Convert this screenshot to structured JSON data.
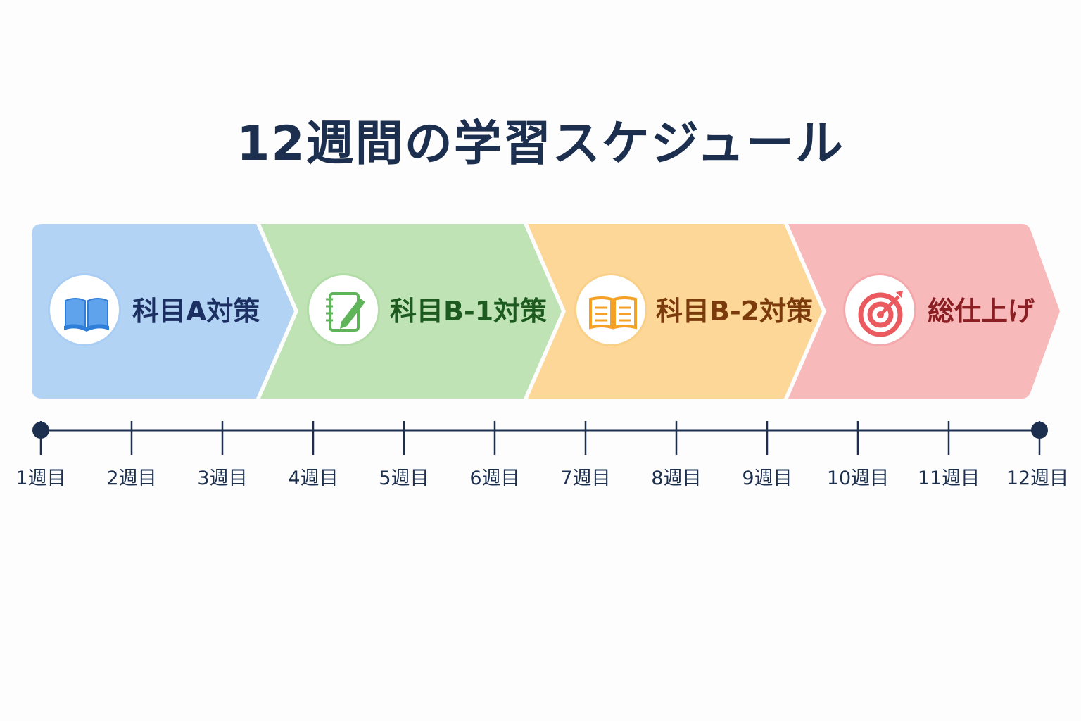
{
  "title": "12週間の学習スケジュール",
  "phases": [
    {
      "label": "科目A対策",
      "icon": "open-book-icon",
      "fill": "#b3d3f4",
      "accent": "#2f7fd8",
      "text_color": "#1b2f62",
      "ring": "#a9cdf3"
    },
    {
      "label": "科目B-1対策",
      "icon": "notebook-pencil-icon",
      "fill": "#bfe3b4",
      "accent": "#5fb45a",
      "text_color": "#1d5a1f",
      "ring": "#b2dca8"
    },
    {
      "label": "科目B-2対策",
      "icon": "open-book-icon",
      "fill": "#fdd797",
      "accent": "#f5a126",
      "text_color": "#7a3a0c",
      "ring": "#f9d08a"
    },
    {
      "label": "総仕上げ",
      "icon": "target-arrow-icon",
      "fill": "#f8b9bb",
      "accent": "#ea5a5e",
      "text_color": "#8a1e22",
      "ring": "#f3a9ac"
    }
  ],
  "timeline": {
    "line_color": "#1c2f4f",
    "weeks": [
      "1週目",
      "2週目",
      "3週目",
      "4週目",
      "5週目",
      "6週目",
      "7週目",
      "8週目",
      "9週目",
      "10週目",
      "11週目",
      "12週目"
    ]
  }
}
